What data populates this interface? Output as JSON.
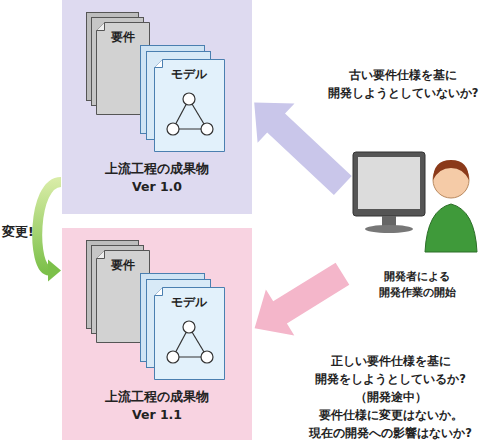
{
  "diagram": {
    "nodes": [
      {
        "text": [
          "上流工程の成果物 Ver 1.0"
        ]
      },
      {
        "text": [
          "要件"
        ],
        "in": 0
      },
      {
        "text": [
          "モデル"
        ],
        "in": 0
      },
      {
        "text": [
          "上流工程の成果物 Ver 1.1"
        ]
      },
      {
        "text": [
          "要件"
        ],
        "in": 3
      },
      {
        "text": [
          "モデル"
        ],
        "in": 3
      },
      {
        "text": [
          "開発者による 開発作業の開始"
        ]
      }
    ],
    "edges": [
      {
        "from": 0,
        "to": 3,
        "arrow": "to",
        "label": "変更!"
      },
      {
        "from": 6,
        "to": 0,
        "arrow": "to"
      },
      {
        "from": 6,
        "to": 3,
        "arrow": "to"
      }
    ],
    "labels": [
      "古い要件仕様を基に 開発しようとしていないか?",
      "正しい要件仕様を基に 開発をしようとしているか? （開発途中）要件仕様に変更はないか。 現在の開発への影響はないか?"
    ]
  }
}
